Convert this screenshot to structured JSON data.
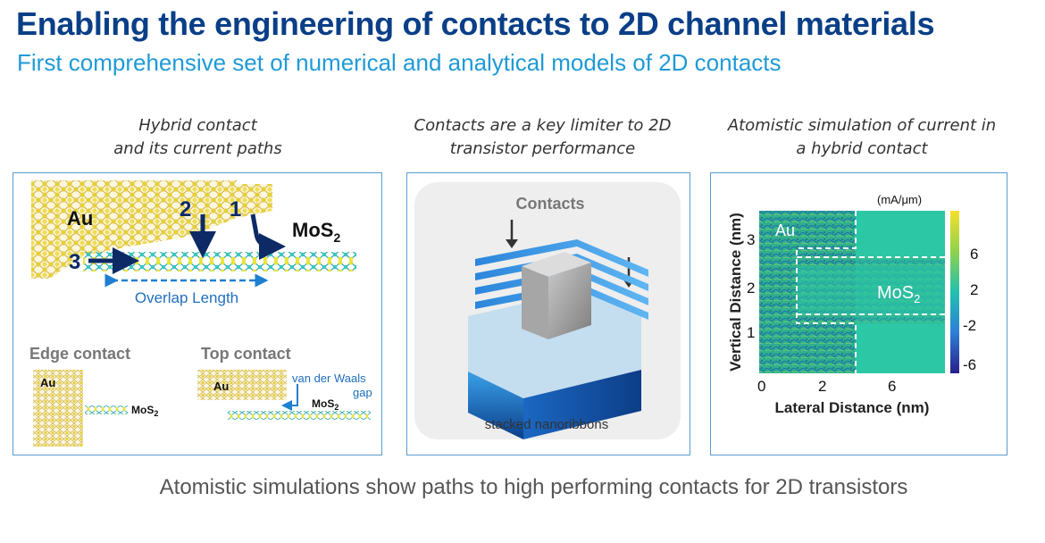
{
  "header": {
    "title": "Enabling the engineering of contacts to 2D channel materials",
    "subtitle": "First comprehensive set of numerical and analytical models of 2D contacts"
  },
  "panels": [
    {
      "caption_line1": "Hybrid contact",
      "caption_line2": "and its current paths",
      "labels": {
        "au": "Au",
        "mos2": "MoS",
        "mos2_sub": "2",
        "path1": "1",
        "path2": "2",
        "path3": "3",
        "overlap": "Overlap Length",
        "edge_contact": "Edge contact",
        "top_contact": "Top contact",
        "edge_au": "Au",
        "edge_mos2": "MoS",
        "edge_mos2_sub": "2",
        "top_au": "Au",
        "top_mos2": "MoS",
        "top_mos2_sub": "2",
        "vdw_line1": "van der Waals",
        "vdw_line2": "gap"
      }
    },
    {
      "caption_line1": "Contacts are a key limiter to 2D",
      "caption_line2": "transistor performance",
      "labels": {
        "contacts": "Contacts",
        "stacked": "stacked  nanoribbons"
      }
    },
    {
      "caption_line1": "Atomistic simulation of current in",
      "caption_line2": "a hybrid contact",
      "labels": {
        "unit": "(mA/μm)",
        "au": "Au",
        "mos2": "MoS",
        "mos2_sub": "2",
        "xlabel": "Lateral Distance (nm)",
        "ylabel": "Vertical Distance (nm)",
        "xticks": [
          "0",
          "2",
          "6"
        ],
        "yticks": [
          "3",
          "2",
          "1"
        ],
        "cticks": [
          "6",
          "2",
          "-2",
          "-6"
        ]
      }
    }
  ],
  "footer": "Atomistic simulations show paths to high performing contacts for 2D transistors",
  "colors": {
    "title": "#0a3f87",
    "subtitle": "#1f9ad6",
    "arrow": "#0d2a66",
    "gold": "#e8d24a",
    "teal": "#2cc7a5",
    "panel_border": "#5a9bd0"
  }
}
